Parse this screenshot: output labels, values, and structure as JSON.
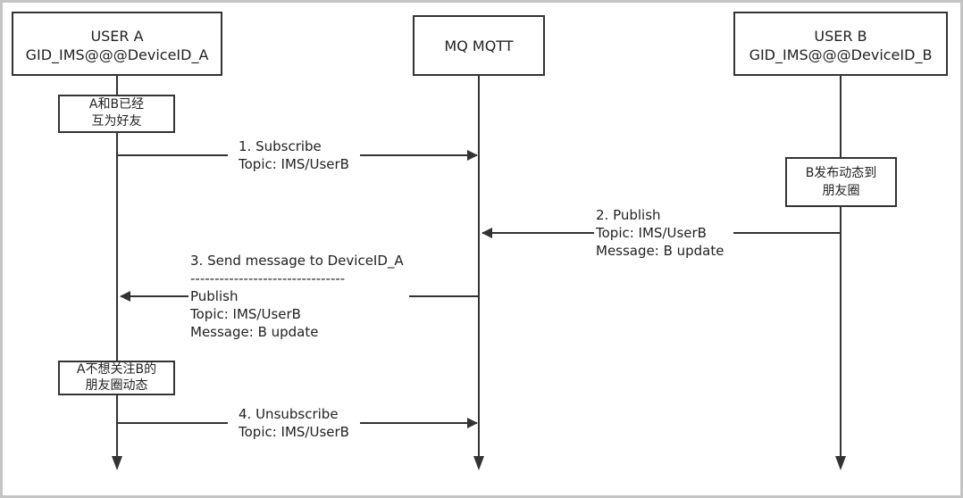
{
  "colors": {
    "line": "#333333",
    "box_stroke": "#333333",
    "text": "#222222",
    "frame": "#c4c4c4"
  },
  "participants": [
    {
      "id": "user-a",
      "line1": "USER A",
      "line2": "GID_IMS@@@DeviceID_A"
    },
    {
      "id": "mq-mqtt",
      "line1": "MQ MQTT",
      "line2": ""
    },
    {
      "id": "user-b",
      "line1": "USER B",
      "line2": "GID_IMS@@@DeviceID_B"
    }
  ],
  "notes": [
    {
      "line1": "A和B已经",
      "line2": "互为好友"
    },
    {
      "line1": "B发布动态到",
      "line2": "朋友圈"
    },
    {
      "line1": "A不想关注B的",
      "line2": "朋友圈动态"
    }
  ],
  "messages": [
    {
      "lines": [
        "1. Subscribe",
        "Topic: IMS/UserB"
      ]
    },
    {
      "lines": [
        "2. Publish",
        "Topic: IMS/UserB",
        "Message: B update"
      ]
    },
    {
      "lines": [
        "3. Send message to DeviceID_A",
        "--------------------------------",
        "Publish",
        "Topic: IMS/UserB",
        "Message: B update"
      ]
    },
    {
      "lines": [
        "4. Unsubscribe",
        "Topic: IMS/UserB"
      ]
    }
  ]
}
